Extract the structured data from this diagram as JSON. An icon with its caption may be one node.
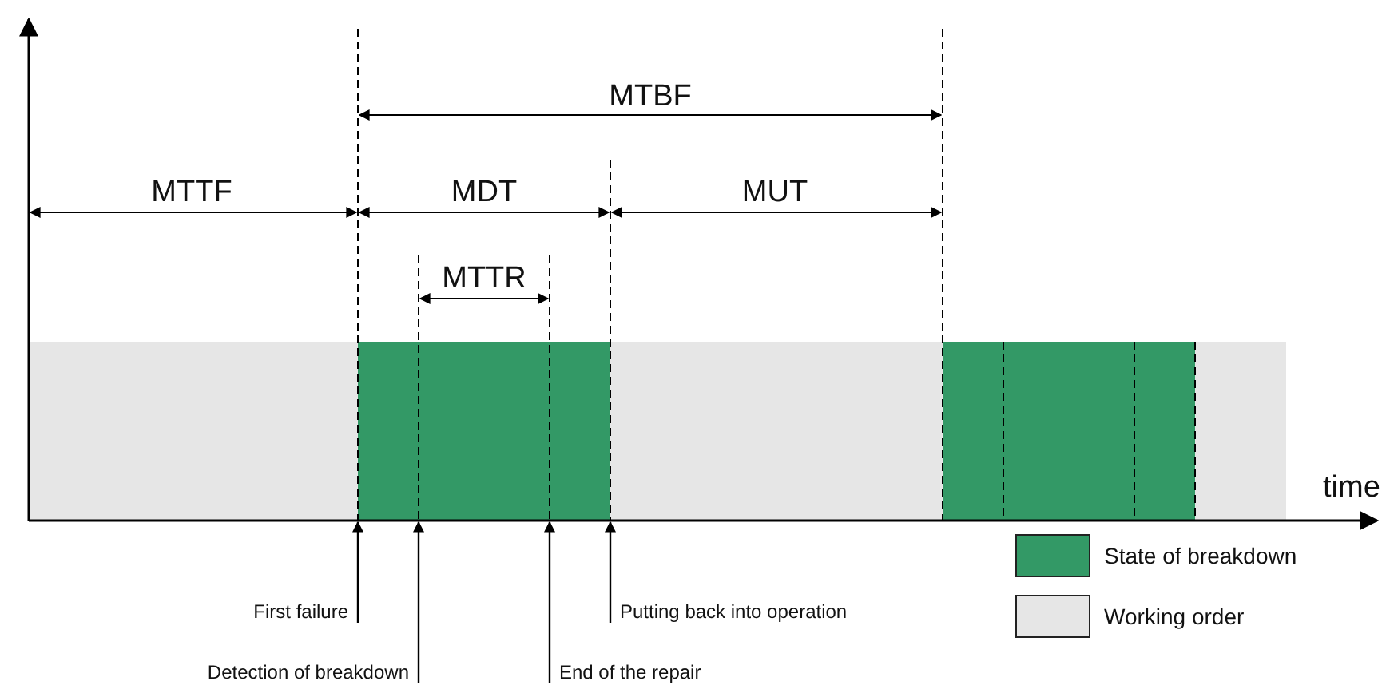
{
  "diagram": {
    "nodes": [
      {
        "text": [
          "First failure"
        ]
      },
      {
        "text": [
          "Detection of breakdown"
        ]
      },
      {
        "text": [
          "End of the repair"
        ]
      },
      {
        "text": [
          "Putting back into operation"
        ]
      },
      {
        "text": [],
        "shape": "bar"
      },
      {
        "text": [],
        "shape": "bar"
      }
    ],
    "edges": [
      {
        "from": 0,
        "to": 4,
        "arrow": "to"
      },
      {
        "from": 1,
        "to": 4,
        "arrow": "to"
      },
      {
        "from": 2,
        "to": 4,
        "arrow": "to"
      },
      {
        "from": 3,
        "to": 4,
        "arrow": "to"
      }
    ],
    "labels": [
      "MTBF",
      "MTTF",
      "MDT",
      "MUT",
      "MTTR",
      "time"
    ],
    "legend": [
      {
        "text": "State of breakdown",
        "color": "#339966"
      },
      {
        "text": "Working order",
        "color": "#e6e6e6"
      }
    ]
  }
}
